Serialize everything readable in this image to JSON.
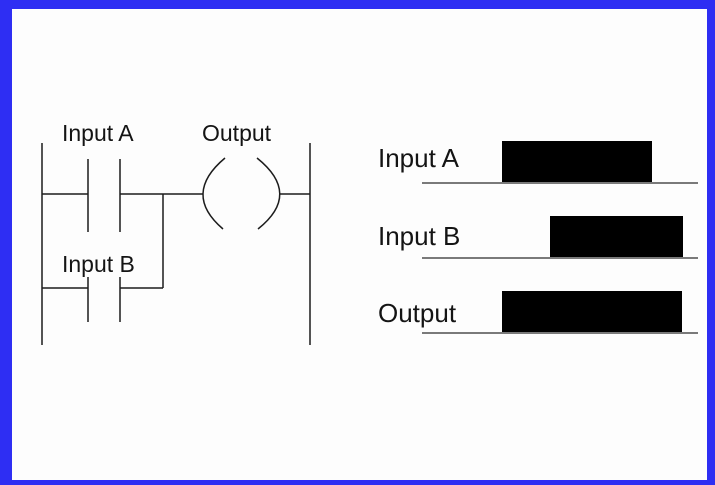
{
  "frame": {
    "border_color": "#2e2ef3",
    "canvas_color": "#fdfdfd"
  },
  "ladder_diagram": {
    "input_a_label": "Input A",
    "input_b_label": "Input B",
    "output_label": "Output",
    "line_color": "#1c1c1c"
  },
  "chart_data": {
    "type": "bar",
    "subtype": "digital-timing-waveform",
    "signals": [
      {
        "label": "Input A",
        "high_intervals": [
          [
            0.29,
            0.833
          ]
        ]
      },
      {
        "label": "Input B",
        "high_intervals": [
          [
            0.464,
            0.946
          ]
        ]
      },
      {
        "label": "Output",
        "high_intervals": [
          [
            0.29,
            0.942
          ]
        ]
      }
    ],
    "high_color": "#000000",
    "baseline_color": "#7a7a7a",
    "legend": "off",
    "grid": "off"
  }
}
